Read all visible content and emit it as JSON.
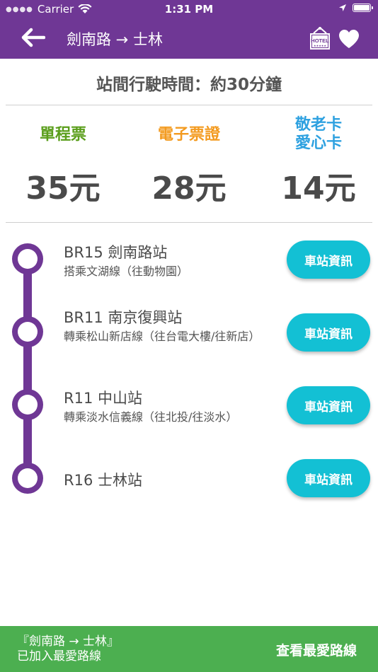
{
  "status": {
    "carrier": "Carrier",
    "time": "1:31 PM"
  },
  "header": {
    "route_title": "劍南路 → 士林",
    "hotel_text": "HOTEL"
  },
  "travel_time": "站間行駛時間：約30分鐘",
  "fares": [
    {
      "label": "單程票",
      "price": "35元",
      "color": "#5a9e1b"
    },
    {
      "label": "電子票證",
      "price": "28元",
      "color": "#f39a1f"
    },
    {
      "label": "敬老卡\n愛心卡",
      "price": "14元",
      "color": "#2ea1e0"
    }
  ],
  "stations": [
    {
      "name": "BR15 劍南路站",
      "note": "搭乘文湖線（往動物園）",
      "button": "車站資訊"
    },
    {
      "name": "BR11 南京復興站",
      "note": "轉乘松山新店線（往台電大樓/往新店）",
      "button": "車站資訊"
    },
    {
      "name": "R11 中山站",
      "note": "轉乘淡水信義線（往北投/往淡水）",
      "button": "車站資訊"
    },
    {
      "name": "R16 士林站",
      "note": "",
      "button": "車站資訊"
    }
  ],
  "footer": {
    "message": "『劍南路 → 士林』\n已加入最愛路線",
    "button": "查看最愛路線"
  },
  "colors": {
    "brand": "#6f3795",
    "accent": "#13c0d4",
    "footer": "#4caf50"
  }
}
